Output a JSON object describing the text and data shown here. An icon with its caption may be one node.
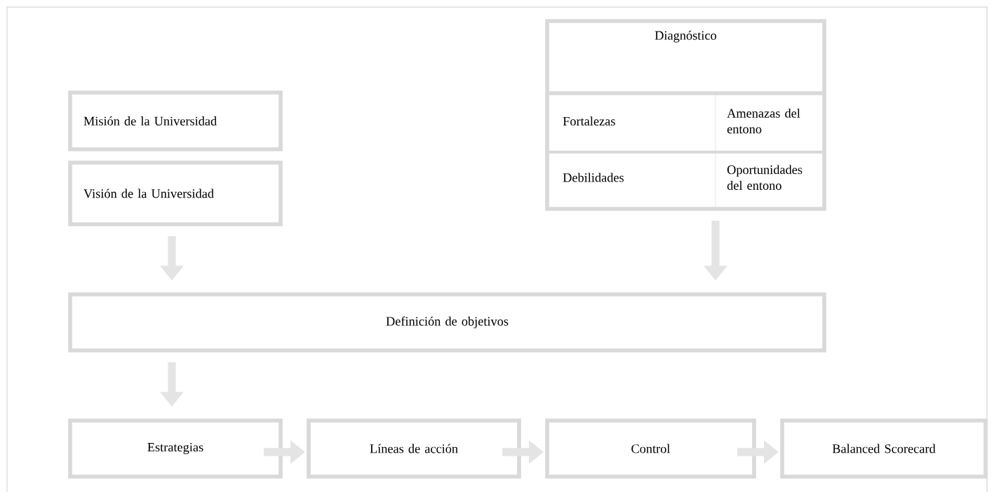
{
  "diagram": {
    "nodes": [
      {
        "text": [
          "Misión de la Universidad"
        ]
      },
      {
        "text": [
          "Visión de la Universidad"
        ]
      },
      {
        "text": [
          "Diagnóstico"
        ]
      },
      {
        "text": [
          "Fortalezas"
        ],
        "in": 2
      },
      {
        "text": [
          "Amenazas del entono"
        ],
        "in": 2
      },
      {
        "text": [
          "Debilidades"
        ],
        "in": 2
      },
      {
        "text": [
          "Oportunidades del entono"
        ],
        "in": 2
      },
      {
        "text": [
          "Definición de objetivos"
        ]
      },
      {
        "text": [
          "Estrategias"
        ]
      },
      {
        "text": [
          "Líneas de acción"
        ]
      },
      {
        "text": [
          "Control"
        ]
      },
      {
        "text": [
          "Balanced Scorecard"
        ]
      }
    ],
    "edges": [
      {
        "from": 1,
        "to": 7,
        "arrow": "to"
      },
      {
        "from": 2,
        "to": 7,
        "arrow": "to"
      },
      {
        "from": 7,
        "to": 8,
        "arrow": "to"
      },
      {
        "from": 8,
        "to": 9,
        "arrow": "to"
      },
      {
        "from": 9,
        "to": 10,
        "arrow": "to"
      },
      {
        "from": 10,
        "to": 11,
        "arrow": "to"
      }
    ]
  }
}
